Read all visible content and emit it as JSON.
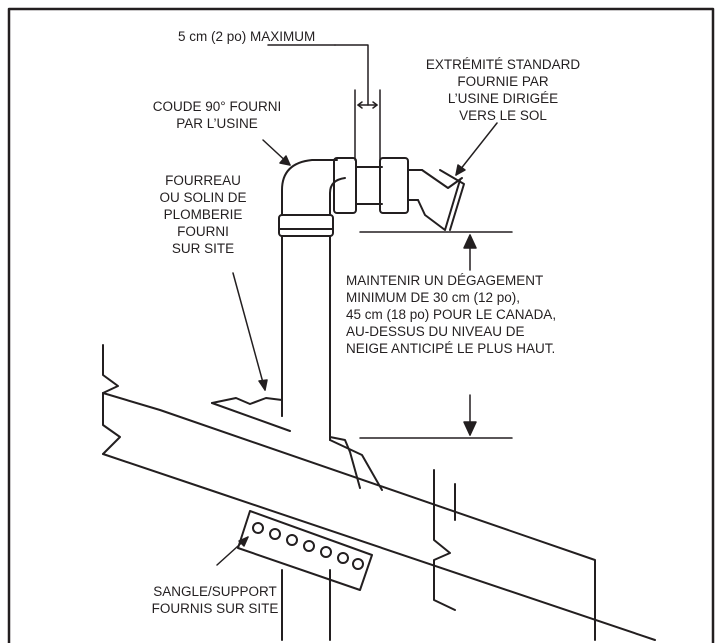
{
  "labels": {
    "max_gap": "5 cm (2 po) MAXIMUM",
    "elbow": [
      "COUDE 90° FOURNI",
      "PAR L’USINE"
    ],
    "termination": [
      "EXTRÉMITÉ STANDARD",
      "FOURNIE PAR",
      "L’USINE DIRIGÉE",
      "VERS LE SOL"
    ],
    "sleeve": [
      "FOURREAU",
      "OU SOLIN DE",
      "PLOMBERIE",
      "FOURNI",
      "SUR SITE"
    ],
    "clearance": [
      "MAINTENIR UN DÉGAGEMENT",
      "MINIMUM DE 30 cm (12 po),",
      "45 cm (18 po) POUR LE CANADA,",
      "AU-DESSUS DU NIVEAU DE",
      "NEIGE ANTICIPÉ LE PLUS HAUT."
    ],
    "strap": [
      "SANGLE/SUPPORT",
      "FOURNIS SUR SITE"
    ]
  },
  "colors": {
    "line": "#231f20",
    "frame": "#231f20",
    "background": "#ffffff"
  }
}
